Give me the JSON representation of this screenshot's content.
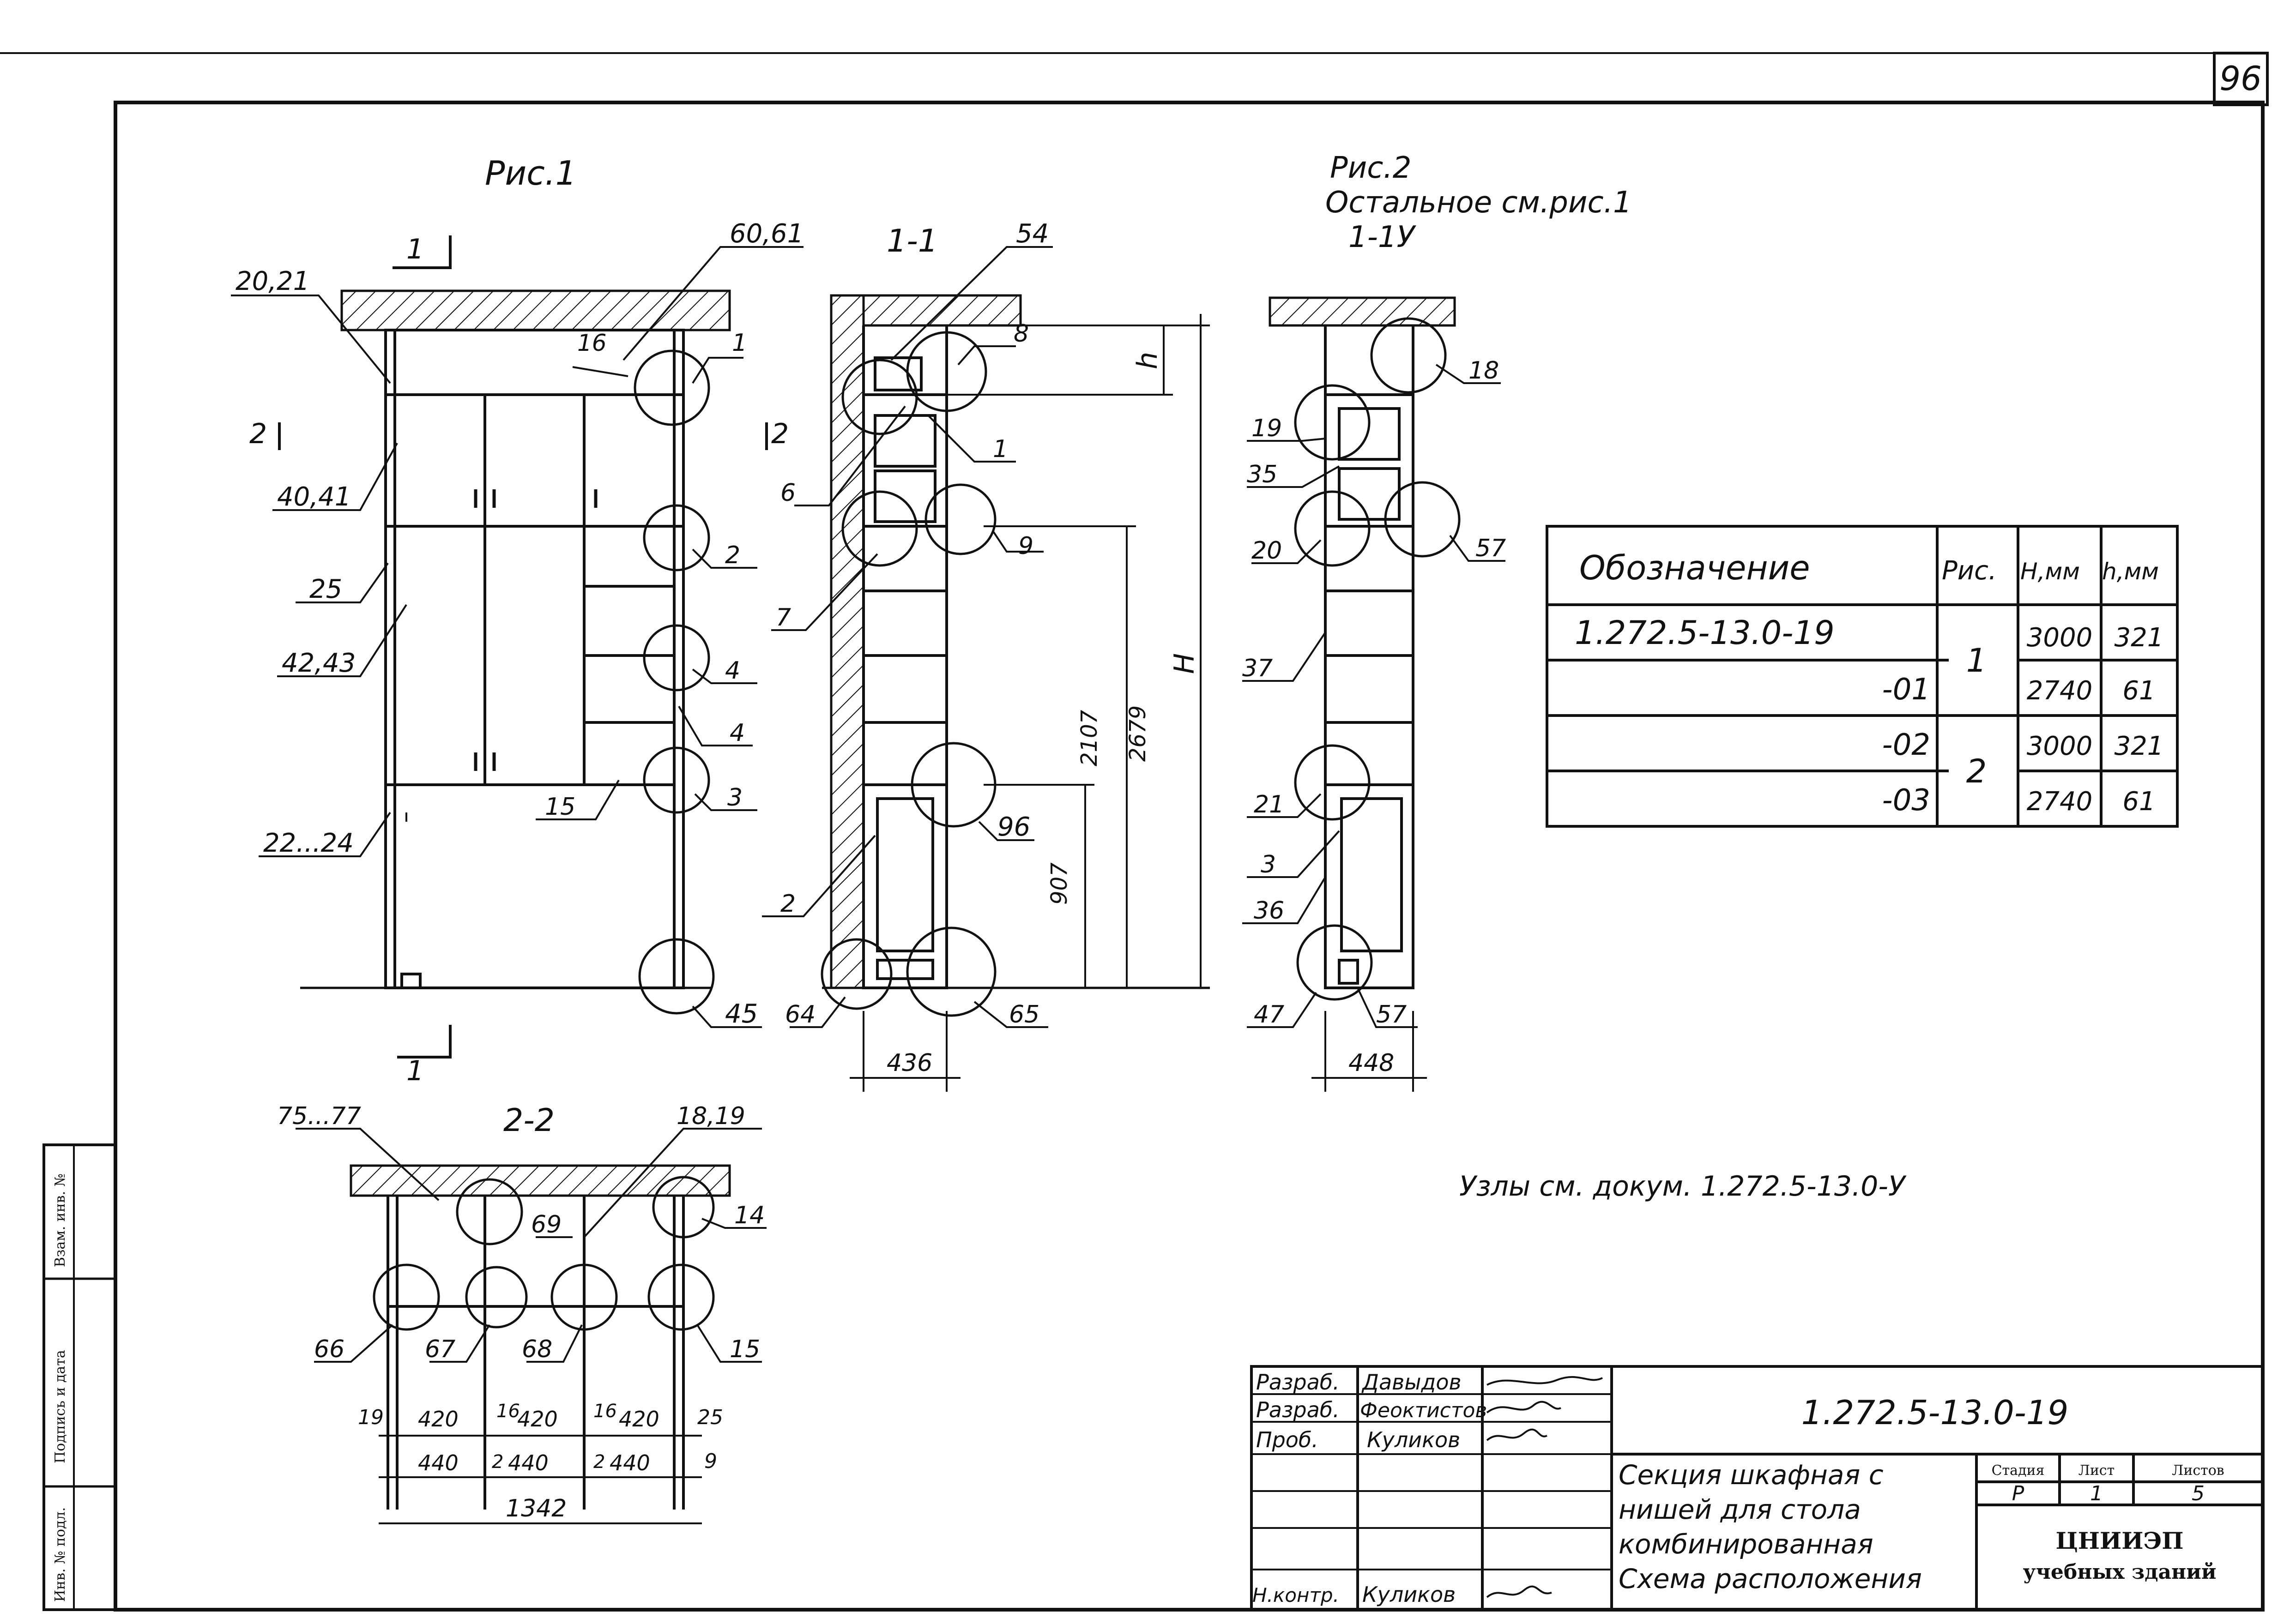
{
  "sheet_number": "96",
  "figures": {
    "fig1_title": "Рис.1",
    "fig2_title": "Рис.2",
    "fig2_note": "Остальное см.рис.1",
    "fig2_section": "1-1У",
    "section_11": "1-1",
    "section_22": "2-2",
    "cut_mark": "1",
    "cut_mark2": "2"
  },
  "fig1_labels": {
    "l_2021": "20,21",
    "l_6061": "60,61",
    "l_16": "16",
    "l_1": "1",
    "l_4041": "40,41",
    "l_25": "25",
    "l_4243": "42,43",
    "l_2224": "22...24",
    "l_2": "2",
    "l_4a": "4",
    "l_4b": "4",
    "l_3": "3",
    "l_15": "15",
    "l_45": "45"
  },
  "sec11_labels": {
    "l_54": "54",
    "l_8": "8",
    "l_1": "1",
    "l_6": "6",
    "l_9": "9",
    "l_7": "7",
    "l_96": "96",
    "l_2": "2",
    "l_64": "64",
    "l_65": "65",
    "dim_436": "436",
    "dim_h": "h",
    "dim_H": "H",
    "dim_2107": "2107",
    "dim_2679": "2679",
    "dim_907": "907"
  },
  "fig2_labels": {
    "l_18": "18",
    "l_19": "19",
    "l_35": "35",
    "l_20": "20",
    "l_57a": "57",
    "l_37": "37",
    "l_21": "21",
    "l_3": "3",
    "l_36": "36",
    "l_47": "47",
    "l_57b": "57",
    "dim_448": "448"
  },
  "sec22_labels": {
    "l_7577": "75...77",
    "l_1819": "18,19",
    "l_69": "69",
    "l_14": "14",
    "l_66": "66",
    "l_67": "67",
    "l_68": "68",
    "l_15": "15",
    "d_19": "19",
    "d_420a": "420",
    "d_16a": "16",
    "d_420b": "420",
    "d_16b": "16",
    "d_420c": "420",
    "d_25": "25",
    "d_440a": "440",
    "d_2a": "2",
    "d_440b": "440",
    "d_2b": "2",
    "d_440c": "440",
    "d_9": "9",
    "d_1342": "1342"
  },
  "spec_table": {
    "headers": [
      "Обозначение",
      "Рис.",
      "H,мм",
      "h,мм"
    ],
    "rows": [
      {
        "designation": "1.272.5-13.0-19",
        "fig": "1",
        "H": "3000",
        "h": "321"
      },
      {
        "designation": "-01",
        "fig": "",
        "H": "2740",
        "h": "61"
      },
      {
        "designation": "-02",
        "fig": "2",
        "H": "3000",
        "h": "321"
      },
      {
        "designation": "-03",
        "fig": "",
        "H": "2740",
        "h": "61"
      }
    ]
  },
  "nodes_note": "Узлы см. докум. 1.272.5-13.0-У",
  "title_block": {
    "doc_code": "1.272.5-13.0-19",
    "title": [
      "Секция шкафная с",
      "нишей для стола",
      "комбинированная",
      "Схема расположения"
    ],
    "roles": [
      "Разраб.",
      "Разраб.",
      "Проб.",
      "",
      "",
      "",
      "Н.контр."
    ],
    "names": [
      "Давыдов",
      "Феоктистов",
      "Куликов",
      "",
      "",
      "",
      "Куликов"
    ],
    "stage_header": "Стадия",
    "sheet_header": "Лист",
    "sheets_header": "Листов",
    "stage": "Р",
    "sheet": "1",
    "sheets": "5",
    "org_line1": "ЦНИИЭП",
    "org_line2": "учебных зданий"
  },
  "margin_stamp": [
    "Взам. инв. №",
    "Подпись и дата",
    "Инв. № подл."
  ]
}
